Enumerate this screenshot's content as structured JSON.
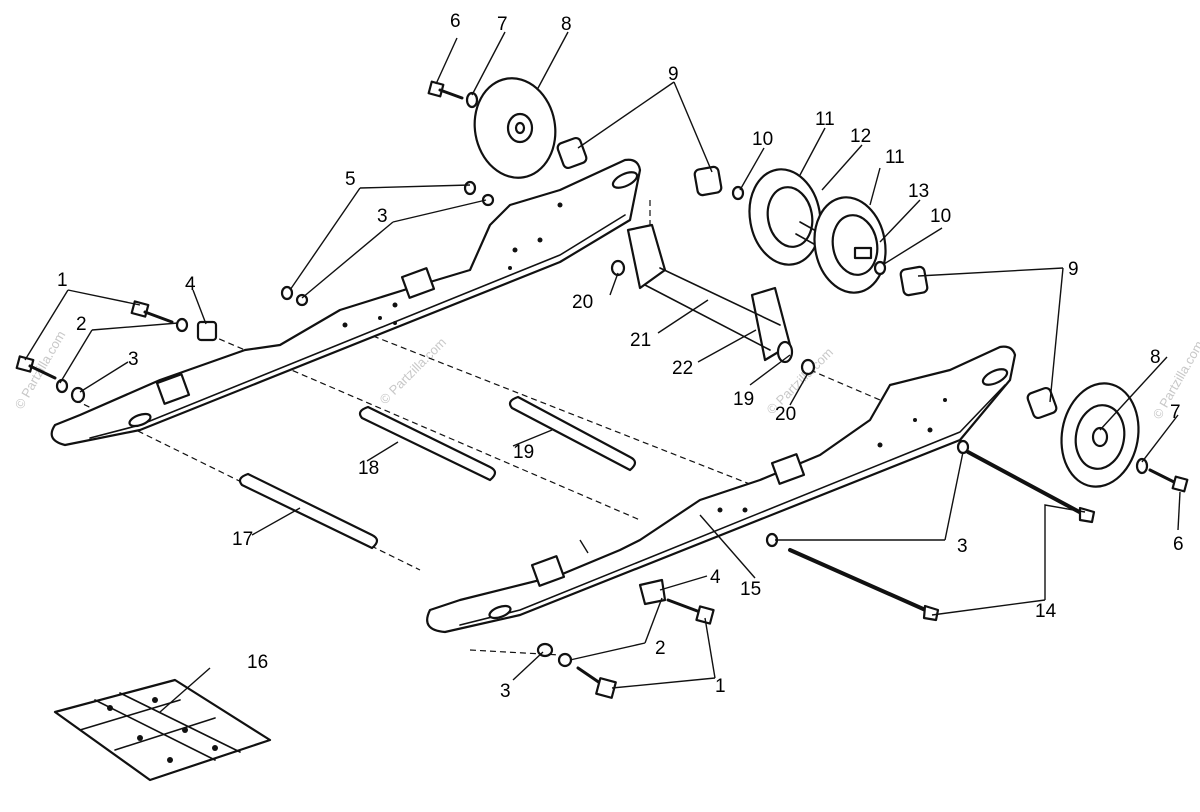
{
  "watermark": "© Partzilla.com",
  "callouts": {
    "c1a": "1",
    "c1b": "1",
    "c2a": "2",
    "c2b": "2",
    "c3a": "3",
    "c3b": "3",
    "c3c": "3",
    "c3d": "3",
    "c4a": "4",
    "c4b": "4",
    "c5": "5",
    "c6a": "6",
    "c6b": "6",
    "c7a": "7",
    "c7b": "7",
    "c8a": "8",
    "c8b": "8",
    "c9a": "9",
    "c9b": "9",
    "c10a": "10",
    "c10b": "10",
    "c11a": "11",
    "c11b": "11",
    "c12": "12",
    "c13": "13",
    "c14": "14",
    "c15": "15",
    "c16": "16",
    "c17": "17",
    "c18": "18",
    "c19a": "19",
    "c19b": "19",
    "c20a": "20",
    "c20b": "20",
    "c21": "21",
    "c22": "22"
  }
}
